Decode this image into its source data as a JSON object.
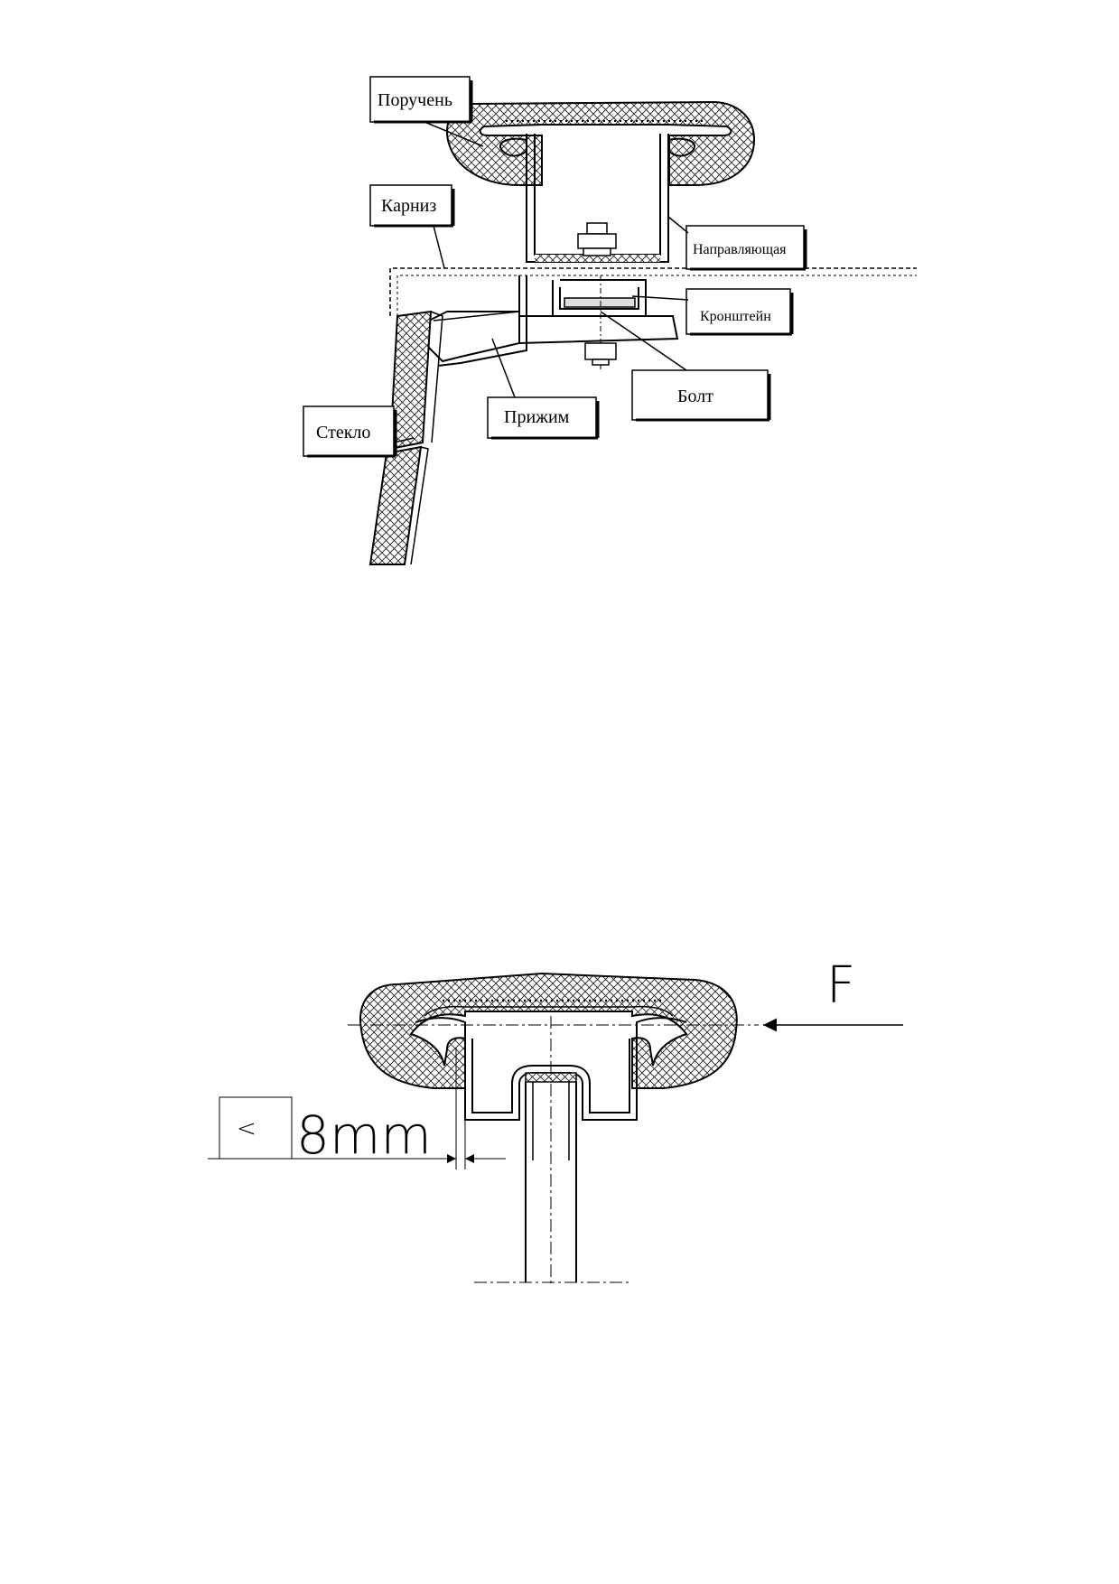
{
  "diagram1": {
    "labels": {
      "handrail": "Поручень",
      "cornice": "Карниз",
      "guide": "Направляющая",
      "bracket": "Кронштейн",
      "bolt": "Болт",
      "clamp": "Прижим",
      "glass": "Стекло"
    }
  },
  "diagram2": {
    "force_label": "F",
    "dim_less": "<",
    "dim_value": "8mm"
  }
}
